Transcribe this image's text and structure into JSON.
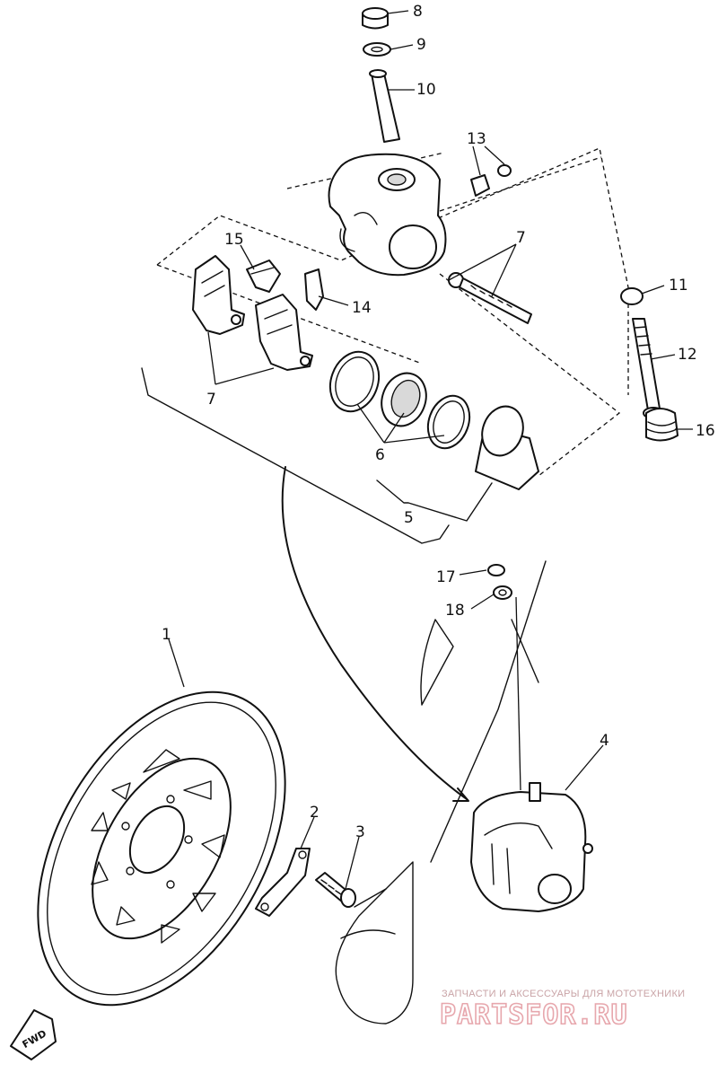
{
  "callouts": {
    "c1": "1",
    "c2": "2",
    "c3": "3",
    "c4": "4",
    "c5": "5",
    "c6": "6",
    "c7a": "7",
    "c7b": "7",
    "c8": "8",
    "c9": "9",
    "c10": "10",
    "c11": "11",
    "c12": "12",
    "c13": "13",
    "c14": "14",
    "c15": "15",
    "c16": "16",
    "c17": "17",
    "c18": "18"
  },
  "fwd_label": "FWD",
  "watermark": {
    "tagline": "ЗАПЧАСТИ И АКСЕССУАРЫ ДЛЯ МОТОТЕХНИКИ",
    "logo": "PARTSFOR.RU",
    "color": "#e7a7ad"
  }
}
